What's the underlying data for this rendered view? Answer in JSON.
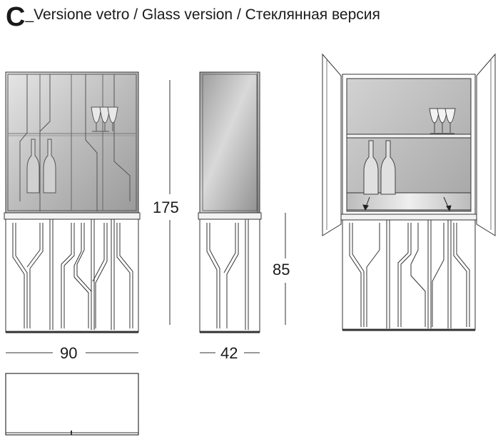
{
  "header": {
    "letter": "C",
    "underscore": "_",
    "italian": "Versione vetro",
    "sep1": " / ",
    "english": "Glass version",
    "sep2": " / ",
    "russian": "Стеклянная версия"
  },
  "dimensions": {
    "height_total": "175",
    "height_base": "85",
    "width": "90",
    "depth": "42"
  },
  "colors": {
    "line": "#333333",
    "glass_light": "#dcdcdc",
    "glass_dark": "#a9a9a9",
    "interior": "#c8c8c8"
  }
}
